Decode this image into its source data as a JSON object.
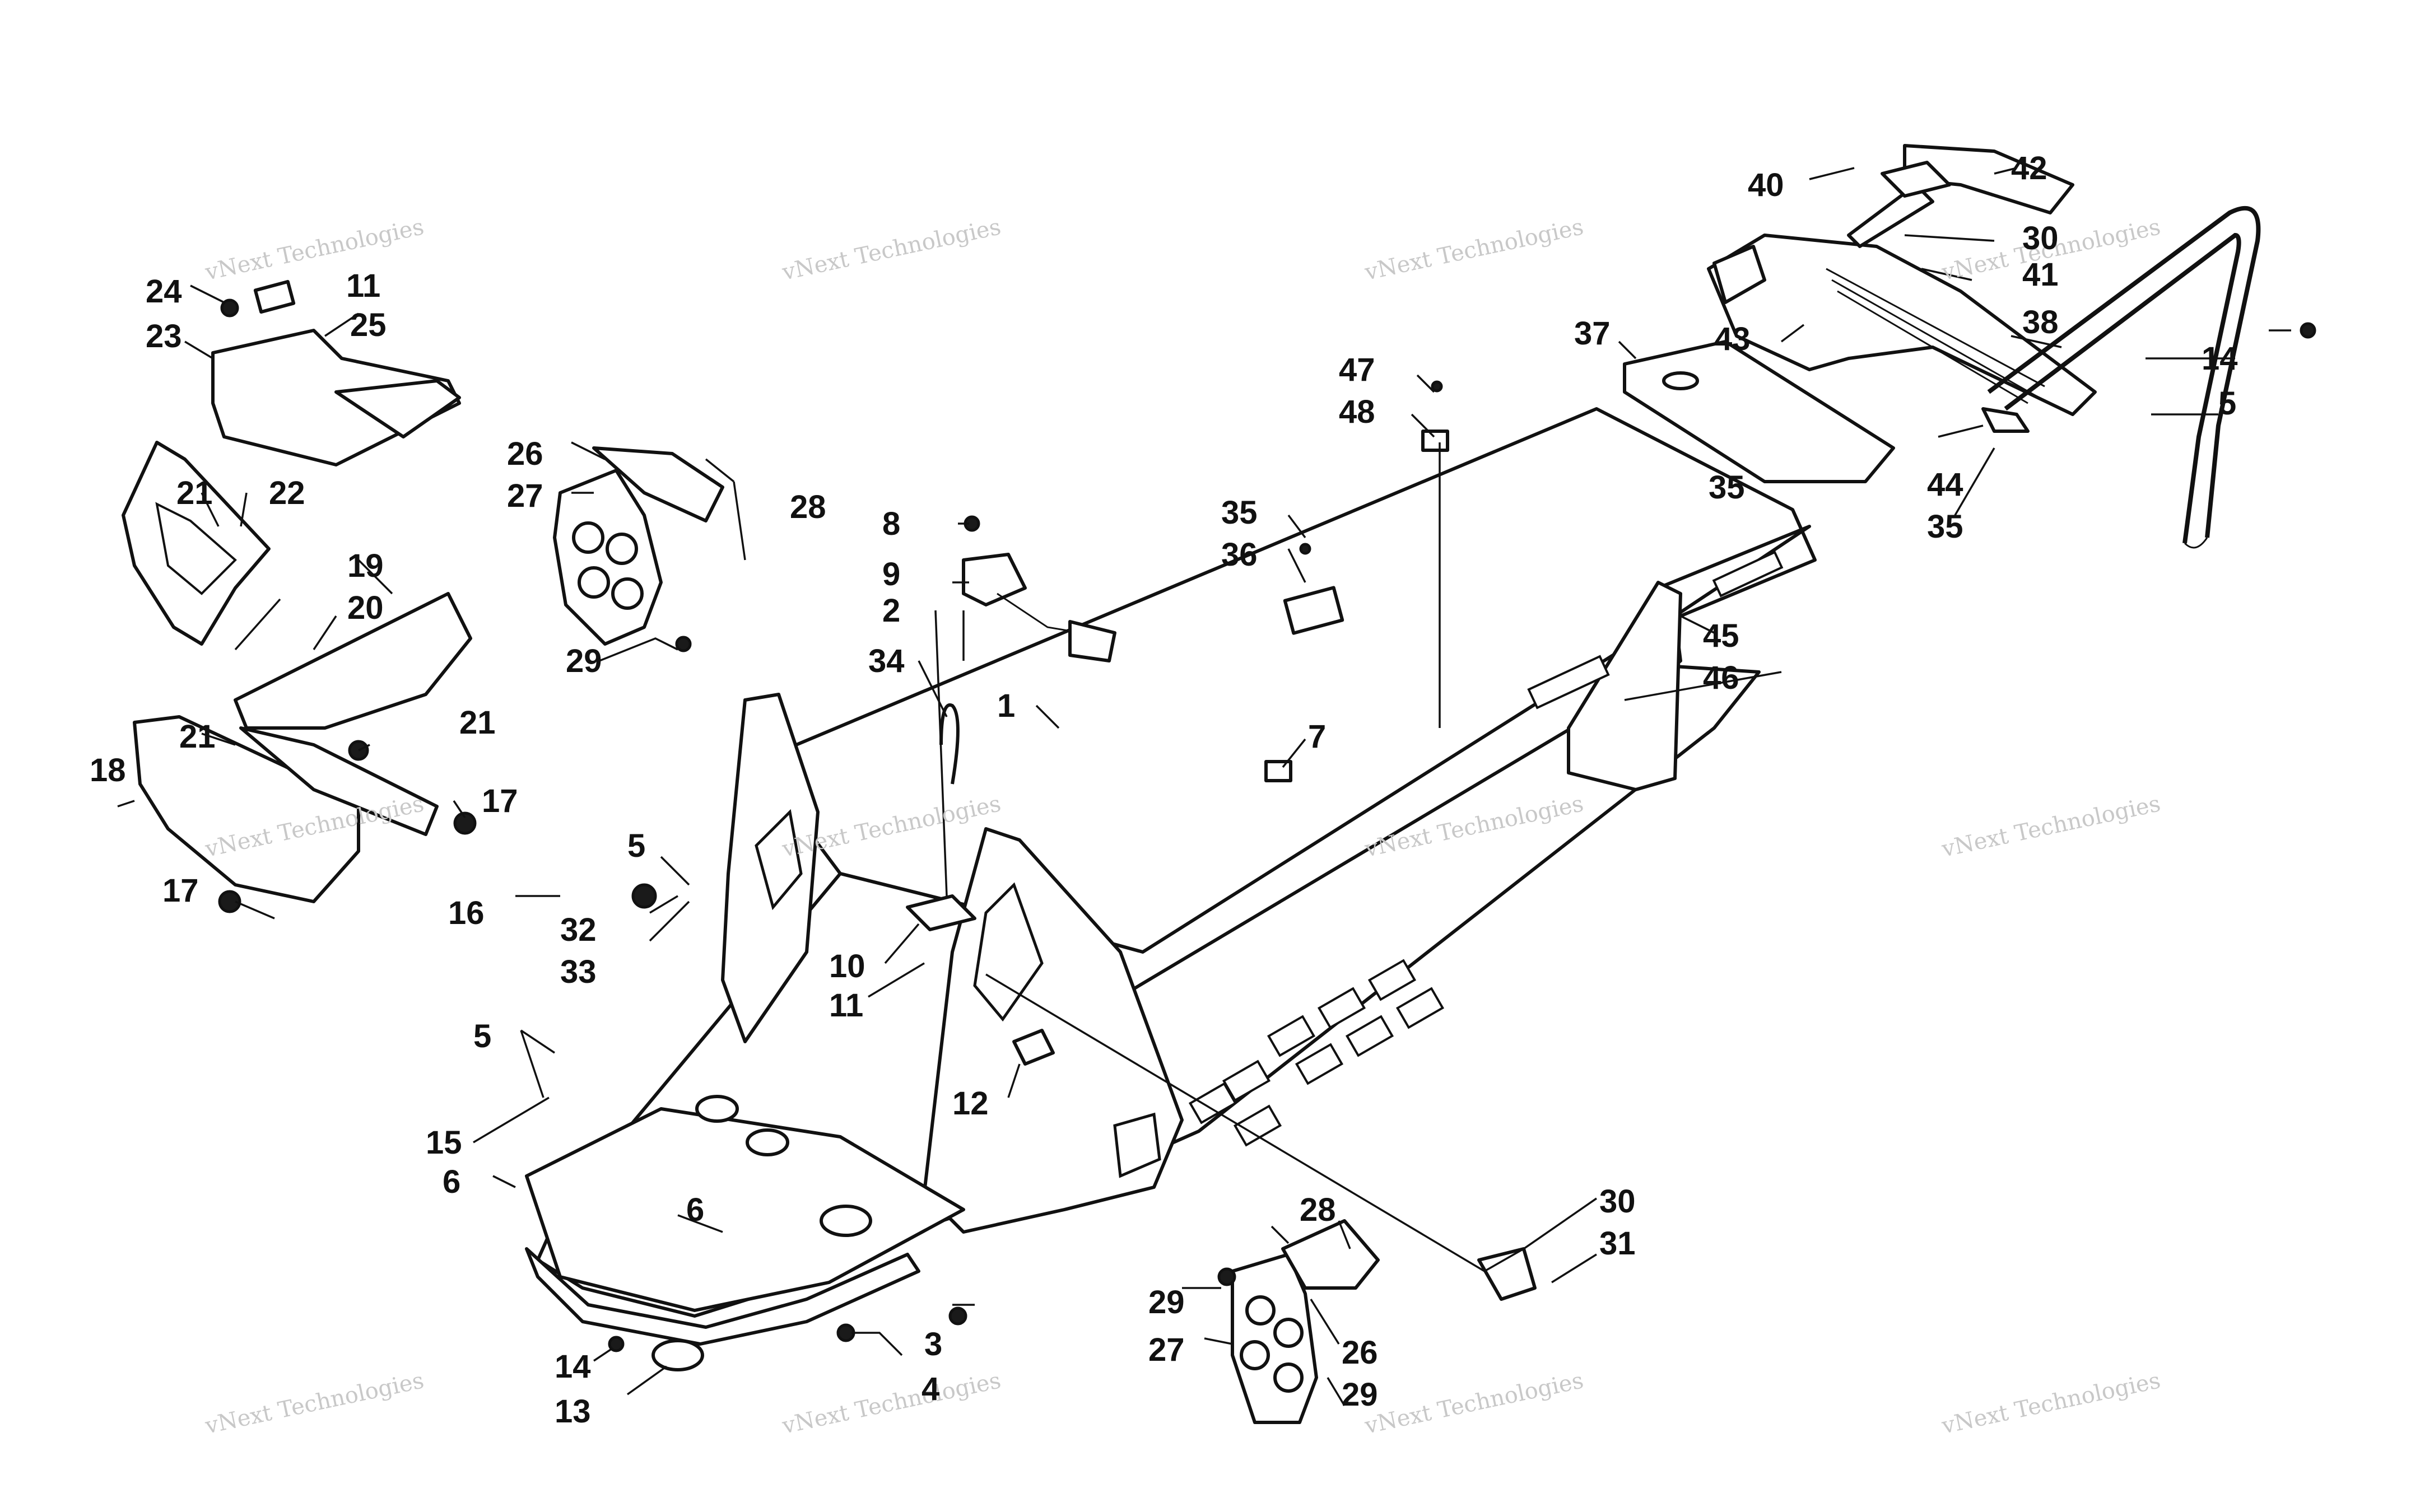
{
  "watermark": {
    "line1": "vNext Technologies",
    "line2": "vNext\nTechnologies"
  },
  "callouts": [
    {
      "id": "c1",
      "text": "1"
    },
    {
      "id": "c2",
      "text": "2"
    },
    {
      "id": "c3",
      "text": "3"
    },
    {
      "id": "c4",
      "text": "4"
    },
    {
      "id": "c5a",
      "text": "5"
    },
    {
      "id": "c5b",
      "text": "5"
    },
    {
      "id": "c5c",
      "text": "5"
    },
    {
      "id": "c6a",
      "text": "6"
    },
    {
      "id": "c6b",
      "text": "6"
    },
    {
      "id": "c7",
      "text": "7"
    },
    {
      "id": "c8",
      "text": "8"
    },
    {
      "id": "c9",
      "text": "9"
    },
    {
      "id": "c10",
      "text": "10"
    },
    {
      "id": "c11a",
      "text": "11"
    },
    {
      "id": "c11b",
      "text": "11"
    },
    {
      "id": "c12",
      "text": "12"
    },
    {
      "id": "c13",
      "text": "13"
    },
    {
      "id": "c14a",
      "text": "14"
    },
    {
      "id": "c14b",
      "text": "14"
    },
    {
      "id": "c15",
      "text": "15"
    },
    {
      "id": "c16",
      "text": "16"
    },
    {
      "id": "c17a",
      "text": "17"
    },
    {
      "id": "c17b",
      "text": "17"
    },
    {
      "id": "c18",
      "text": "18"
    },
    {
      "id": "c19",
      "text": "19"
    },
    {
      "id": "c20",
      "text": "20"
    },
    {
      "id": "c21a",
      "text": "21"
    },
    {
      "id": "c21b",
      "text": "21"
    },
    {
      "id": "c21c",
      "text": "21"
    },
    {
      "id": "c22",
      "text": "22"
    },
    {
      "id": "c23",
      "text": "23"
    },
    {
      "id": "c24",
      "text": "24"
    },
    {
      "id": "c25",
      "text": "25"
    },
    {
      "id": "c26a",
      "text": "26"
    },
    {
      "id": "c26b",
      "text": "26"
    },
    {
      "id": "c27a",
      "text": "27"
    },
    {
      "id": "c27b",
      "text": "27"
    },
    {
      "id": "c28a",
      "text": "28"
    },
    {
      "id": "c28b",
      "text": "28"
    },
    {
      "id": "c29a",
      "text": "29"
    },
    {
      "id": "c29b",
      "text": "29"
    },
    {
      "id": "c29c",
      "text": "29"
    },
    {
      "id": "c30a",
      "text": "30"
    },
    {
      "id": "c30b",
      "text": "30"
    },
    {
      "id": "c31",
      "text": "31"
    },
    {
      "id": "c32",
      "text": "32"
    },
    {
      "id": "c33",
      "text": "33"
    },
    {
      "id": "c34",
      "text": "34"
    },
    {
      "id": "c35a",
      "text": "35"
    },
    {
      "id": "c35b",
      "text": "35"
    },
    {
      "id": "c35c",
      "text": "35"
    },
    {
      "id": "c36",
      "text": "36"
    },
    {
      "id": "c37",
      "text": "37"
    },
    {
      "id": "c38",
      "text": "38"
    },
    {
      "id": "c40",
      "text": "40"
    },
    {
      "id": "c41",
      "text": "41"
    },
    {
      "id": "c42",
      "text": "42"
    },
    {
      "id": "c43",
      "text": "43"
    },
    {
      "id": "c44",
      "text": "44"
    },
    {
      "id": "c45",
      "text": "45"
    },
    {
      "id": "c46",
      "text": "46"
    },
    {
      "id": "c47",
      "text": "47"
    },
    {
      "id": "c48",
      "text": "48"
    }
  ]
}
